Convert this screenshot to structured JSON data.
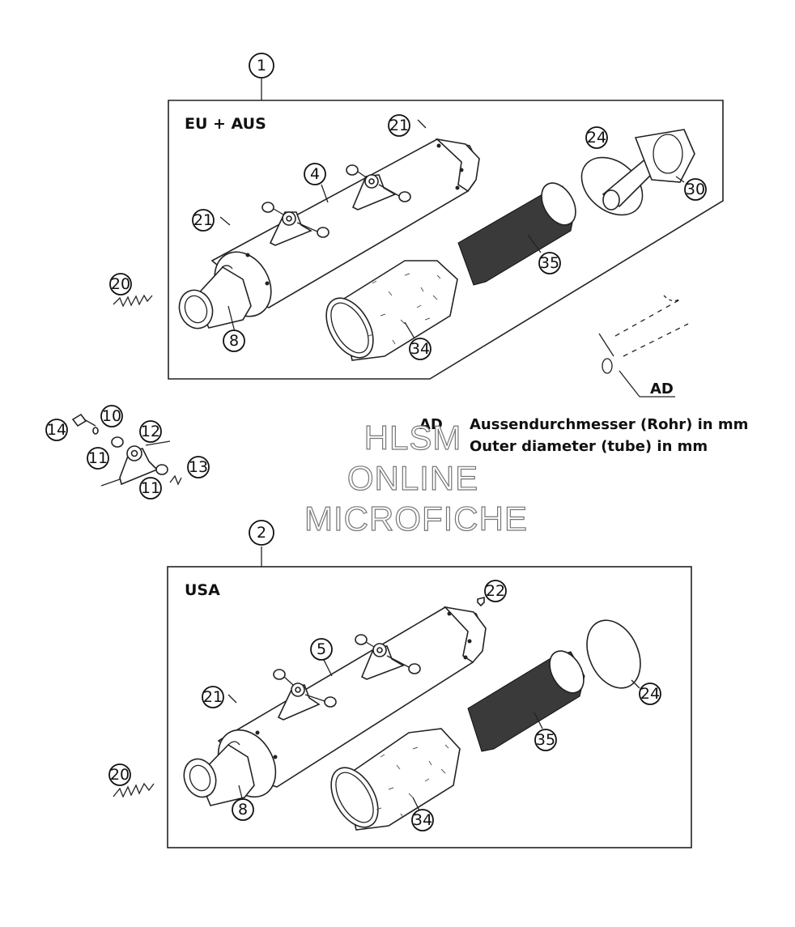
{
  "sections": [
    {
      "number": "1",
      "title": "EU + AUS"
    },
    {
      "number": "2",
      "title": "USA"
    }
  ],
  "callouts_top": [
    {
      "id": "c21a",
      "label": "21"
    },
    {
      "id": "c24a",
      "label": "24"
    },
    {
      "id": "c4",
      "label": "4"
    },
    {
      "id": "c30",
      "label": "30"
    },
    {
      "id": "c21b",
      "label": "21"
    },
    {
      "id": "c35a",
      "label": "35"
    },
    {
      "id": "c20a",
      "label": "20"
    },
    {
      "id": "c8a",
      "label": "8"
    },
    {
      "id": "c34a",
      "label": "34"
    }
  ],
  "callouts_mid": [
    {
      "id": "c10",
      "label": "10"
    },
    {
      "id": "c14",
      "label": "14"
    },
    {
      "id": "c12",
      "label": "12"
    },
    {
      "id": "c11a",
      "label": "11"
    },
    {
      "id": "c13",
      "label": "13"
    },
    {
      "id": "c11b",
      "label": "11"
    }
  ],
  "callouts_bottom": [
    {
      "id": "c22",
      "label": "22"
    },
    {
      "id": "c5",
      "label": "5"
    },
    {
      "id": "c21c",
      "label": "21"
    },
    {
      "id": "c24b",
      "label": "24"
    },
    {
      "id": "c35b",
      "label": "35"
    },
    {
      "id": "c20b",
      "label": "20"
    },
    {
      "id": "c8b",
      "label": "8"
    },
    {
      "id": "c34b",
      "label": "34"
    }
  ],
  "dimension_label": "AD",
  "legend": {
    "line1_prefix": "AD",
    "line1_text": "Aussendurchmesser (Rohr) in mm",
    "line2_text": "Outer diameter (tube) in mm"
  },
  "watermark": [
    "HLSM",
    "ONLINE",
    "MICROFICHE"
  ]
}
